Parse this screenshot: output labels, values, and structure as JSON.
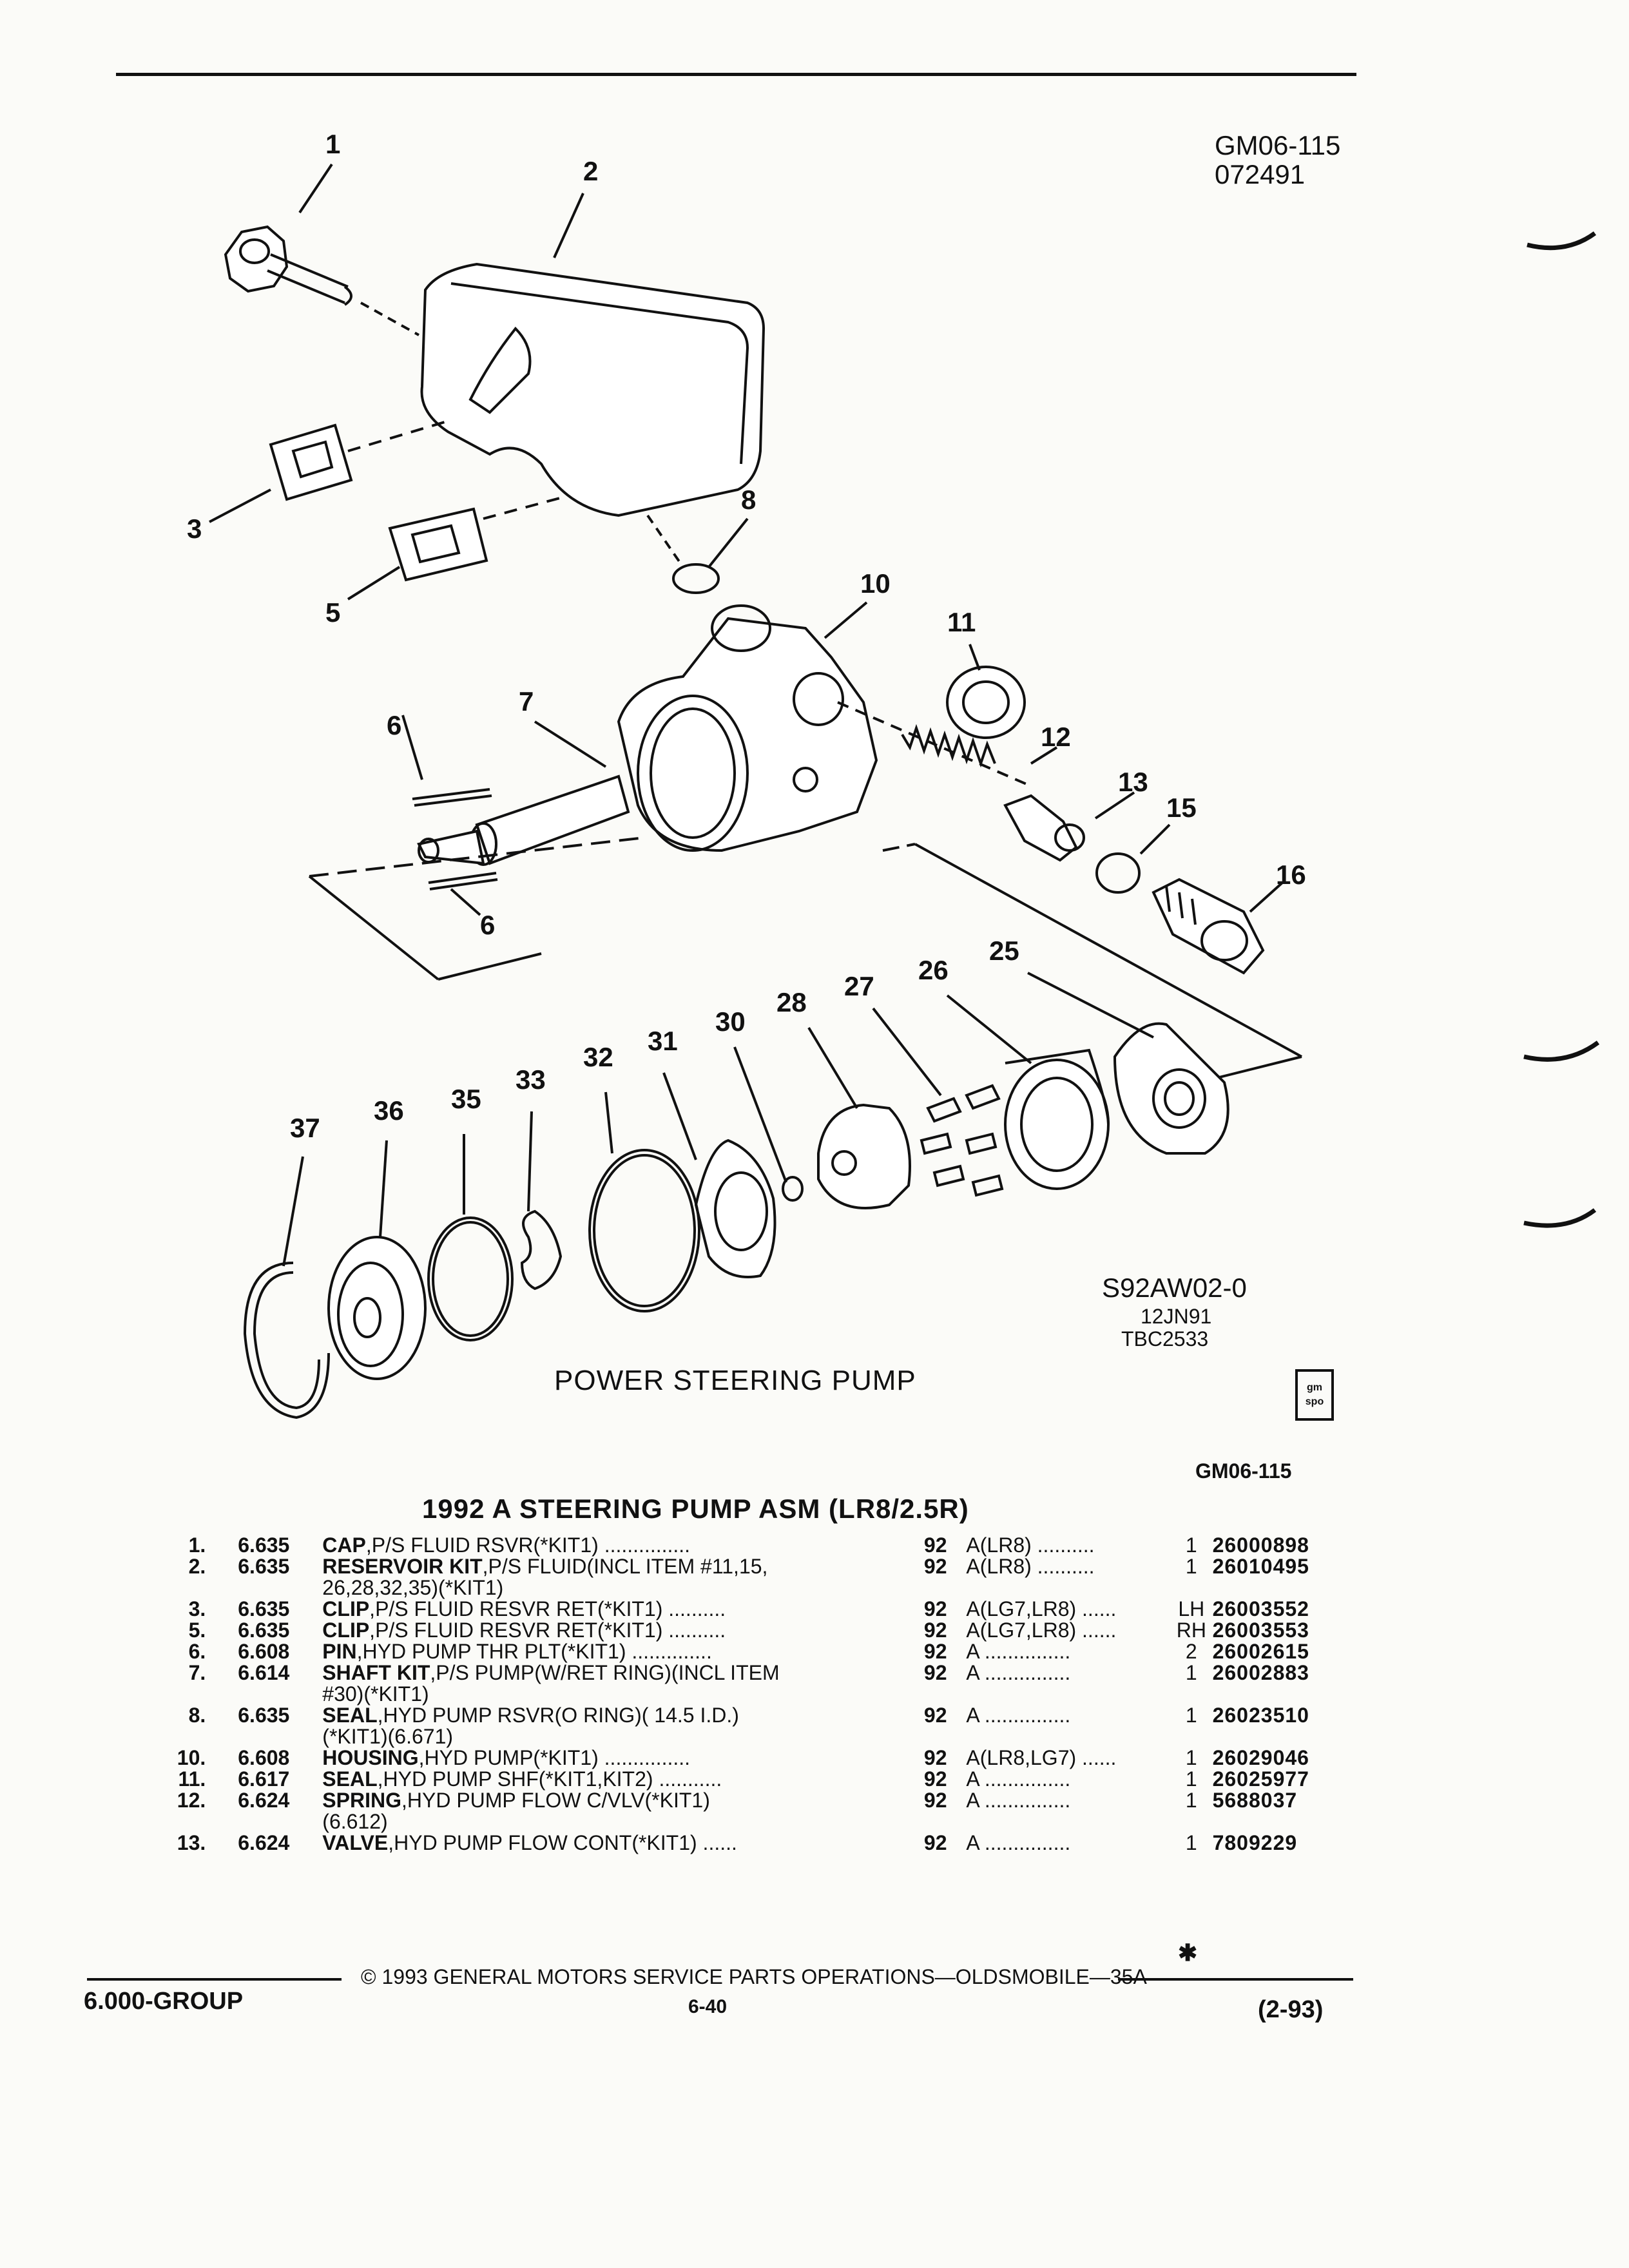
{
  "header": {
    "code_top": "GM06-115",
    "date_code": "072491"
  },
  "diagram": {
    "callouts": [
      "1",
      "2",
      "3",
      "5",
      "6",
      "7",
      "8",
      "10",
      "11",
      "12",
      "13",
      "15",
      "16",
      "6",
      "25",
      "26",
      "27",
      "28",
      "30",
      "31",
      "32",
      "33",
      "35",
      "36",
      "37"
    ],
    "drawing_code": "S92AW02-0",
    "drawing_date": "12JN91",
    "drawing_tbc": "TBC2533",
    "caption": "POWER STEERING PUMP",
    "logo_text_1": "gm",
    "logo_text_2": "spo",
    "code_bottom": "GM06-115"
  },
  "section": {
    "title": "1992 A STEERING PUMP ASM (LR8/2.5R)"
  },
  "parts": [
    {
      "num": "1.",
      "group": "6.635",
      "name": "CAP",
      "desc": ",P/S FLUID RSVR(*KIT1)",
      "desc2": "",
      "leader": "...............",
      "year": "92",
      "model": "A(LR8)",
      "mleader": "..........",
      "qty": "1",
      "pn": "26000898"
    },
    {
      "num": "2.",
      "group": "6.635",
      "name": "RESERVOIR KIT",
      "desc": ",P/S FLUID(INCL ITEM #11,15,",
      "desc2": "26,28,32,35)(*KIT1)",
      "leader": "",
      "year": "92",
      "model": "A(LR8)",
      "mleader": "..........",
      "qty": "1",
      "pn": "26010495"
    },
    {
      "num": "3.",
      "group": "6.635",
      "name": "CLIP",
      "desc": ",P/S FLUID RESVR RET(*KIT1)",
      "desc2": "",
      "leader": "..........",
      "year": "92",
      "model": "A(LG7,LR8)",
      "mleader": "......",
      "qty": "LH",
      "pn": "26003552"
    },
    {
      "num": "5.",
      "group": "6.635",
      "name": "CLIP",
      "desc": ",P/S FLUID RESVR RET(*KIT1)",
      "desc2": "",
      "leader": "..........",
      "year": "92",
      "model": "A(LG7,LR8)",
      "mleader": "......",
      "qty": "RH",
      "pn": "26003553"
    },
    {
      "num": "6.",
      "group": "6.608",
      "name": "PIN",
      "desc": ",HYD PUMP THR PLT(*KIT1)",
      "desc2": "",
      "leader": "..............",
      "year": "92",
      "model": "A",
      "mleader": "...............",
      "qty": "2",
      "pn": "26002615"
    },
    {
      "num": "7.",
      "group": "6.614",
      "name": "SHAFT KIT",
      "desc": ",P/S PUMP(W/RET RING)(INCL ITEM",
      "desc2": "#30)(*KIT1)",
      "leader": "",
      "year": "92",
      "model": "A",
      "mleader": "...............",
      "qty": "1",
      "pn": "26002883"
    },
    {
      "num": "8.",
      "group": "6.635",
      "name": "SEAL",
      "desc": ",HYD PUMP RSVR(O RING)( 14.5 I.D.)",
      "desc2": "(*KIT1)(6.671)",
      "leader": "",
      "year": "92",
      "model": "A",
      "mleader": "...............",
      "qty": "1",
      "pn": "26023510"
    },
    {
      "num": "10.",
      "group": "6.608",
      "name": "HOUSING",
      "desc": ",HYD PUMP(*KIT1)",
      "desc2": "",
      "leader": "...............",
      "year": "92",
      "model": "A(LR8,LG7)",
      "mleader": "......",
      "qty": "1",
      "pn": "26029046"
    },
    {
      "num": "11.",
      "group": "6.617",
      "name": "SEAL",
      "desc": ",HYD PUMP SHF(*KIT1,KIT2)",
      "desc2": "",
      "leader": "...........",
      "year": "92",
      "model": "A",
      "mleader": "...............",
      "qty": "1",
      "pn": "26025977"
    },
    {
      "num": "12.",
      "group": "6.624",
      "name": "SPRING",
      "desc": ",HYD PUMP FLOW C/VLV(*KIT1)",
      "desc2": "(6.612)",
      "leader": "",
      "year": "92",
      "model": "A",
      "mleader": "...............",
      "qty": "1",
      "pn": "5688037"
    },
    {
      "num": "13.",
      "group": "6.624",
      "name": "VALVE",
      "desc": ",HYD PUMP FLOW CONT(*KIT1)",
      "desc2": "",
      "leader": "......",
      "year": "92",
      "model": "A",
      "mleader": "...............",
      "qty": "1",
      "pn": "7809229"
    }
  ],
  "footer": {
    "copyright": "© 1993 GENERAL MOTORS SERVICE PARTS OPERATIONS—OLDSMOBILE—35A",
    "group": "6.000-GROUP",
    "page": "6-40",
    "revision": "(2-93)"
  }
}
